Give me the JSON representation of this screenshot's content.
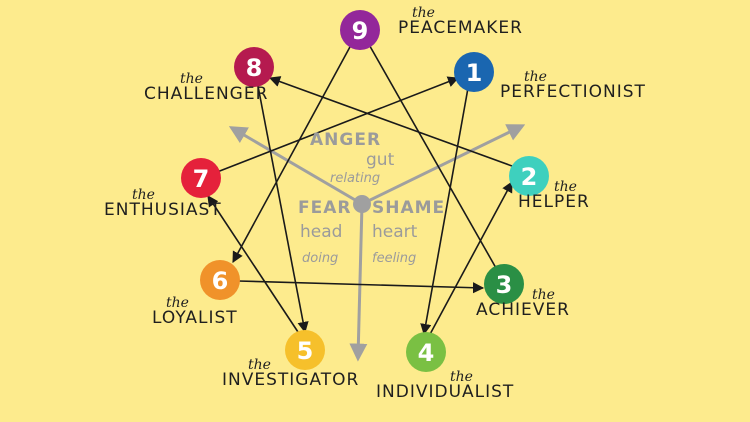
{
  "nodes": [
    {
      "number": "9",
      "article": "the",
      "name": "PEACEMAKER",
      "color": "#93279a"
    },
    {
      "number": "1",
      "article": "the",
      "name": "PERFECTIONIST",
      "color": "#1a66b0"
    },
    {
      "number": "2",
      "article": "the",
      "name": "HELPER",
      "color": "#3ed0be"
    },
    {
      "number": "3",
      "article": "the",
      "name": "ACHIEVER",
      "color": "#2a8f45"
    },
    {
      "number": "4",
      "article": "the",
      "name": "INDIVIDUALIST",
      "color": "#7ac043"
    },
    {
      "number": "5",
      "article": "the",
      "name": "INVESTIGATOR",
      "color": "#f6c02b"
    },
    {
      "number": "6",
      "article": "the",
      "name": "LOYALIST",
      "color": "#f0922a"
    },
    {
      "number": "7",
      "article": "the",
      "name": "ENTHUSIAST",
      "color": "#e5213b"
    },
    {
      "number": "8",
      "article": "the",
      "name": "CHALLENGER",
      "color": "#b51a4f"
    }
  ],
  "centers": {
    "gut": {
      "emotion": "ANGER",
      "center": "gut",
      "mode": "relating"
    },
    "head": {
      "emotion": "FEAR",
      "center": "head",
      "mode": "doing"
    },
    "heart": {
      "emotion": "SHAME",
      "center": "heart",
      "mode": "feeling"
    }
  },
  "colors": {
    "background": "#fdeb8d",
    "connector": "#1a1a1a",
    "center_lines": "#a0a0a0"
  }
}
